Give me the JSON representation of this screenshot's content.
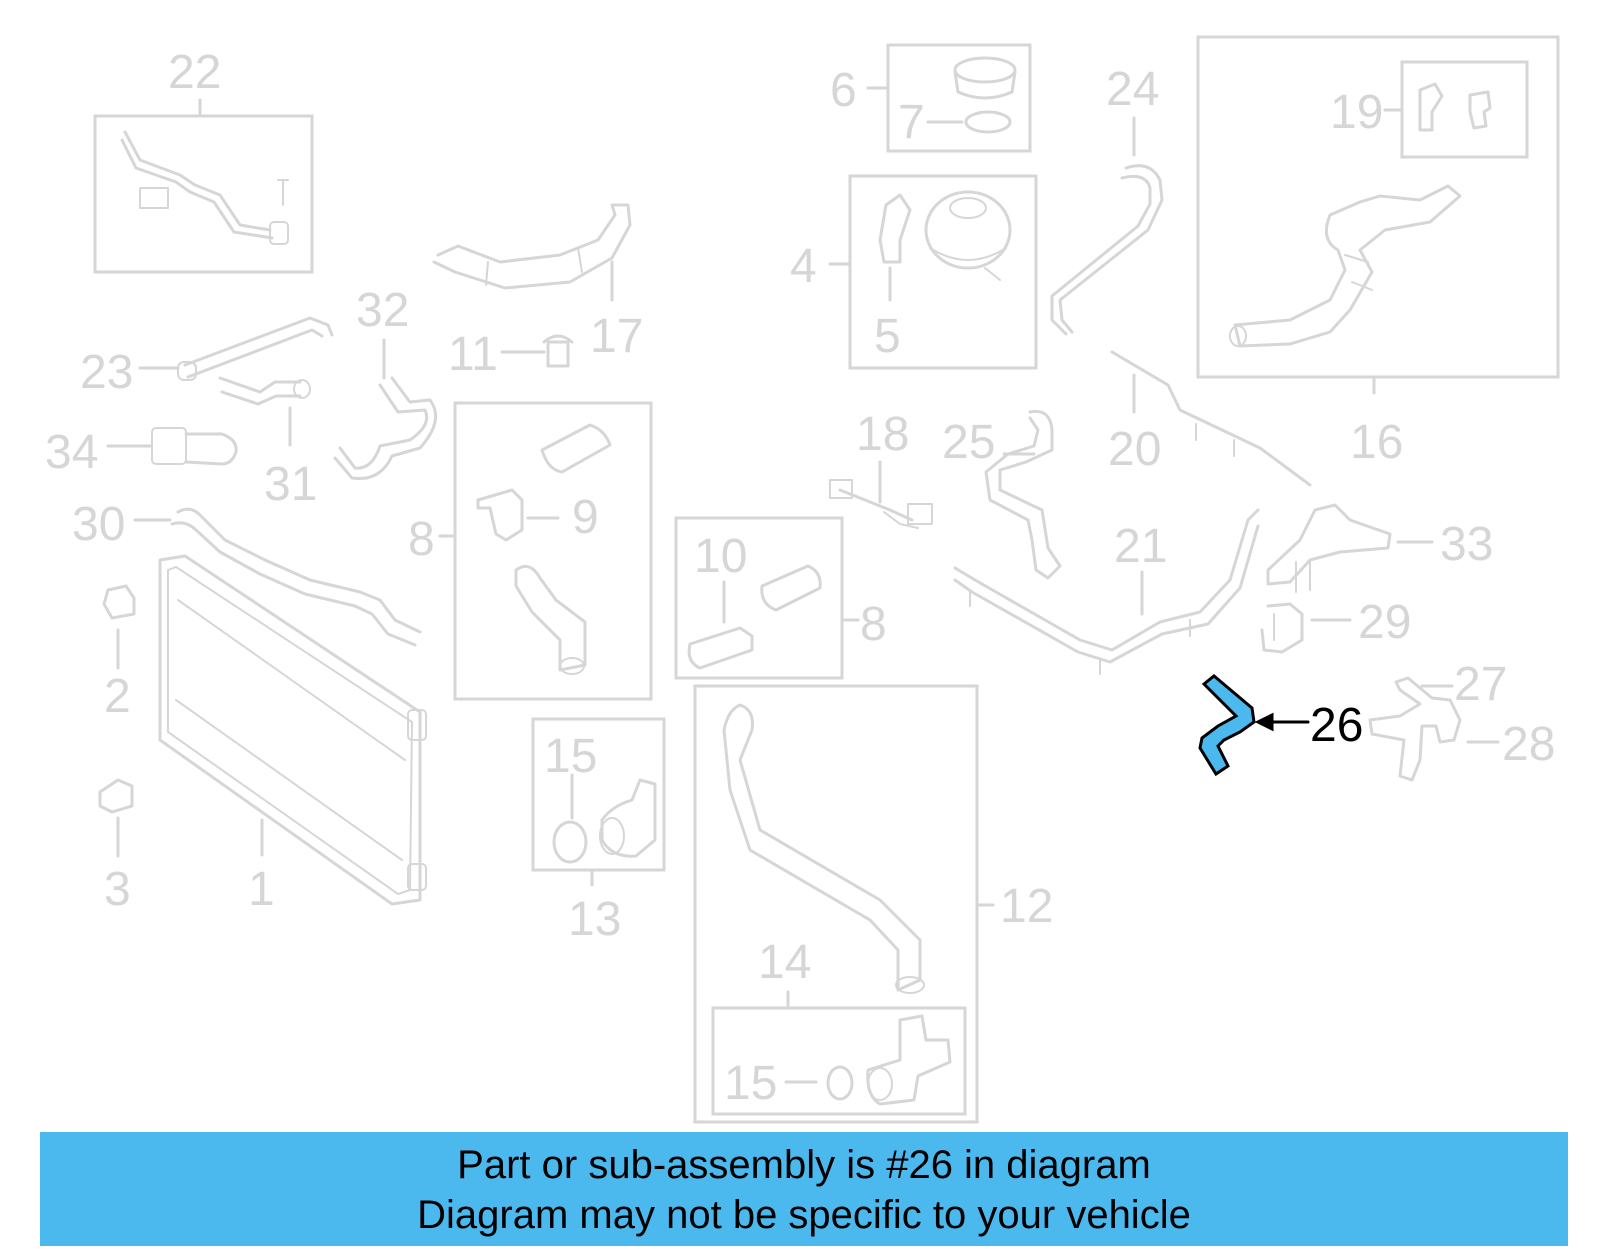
{
  "diagram": {
    "callouts": {
      "n1": "1",
      "n2": "2",
      "n3": "3",
      "n4": "4",
      "n5": "5",
      "n6": "6",
      "n7": "7",
      "n8a": "8",
      "n8b": "8",
      "n9": "9",
      "n10": "10",
      "n11": "11",
      "n12": "12",
      "n13": "13",
      "n14": "14",
      "n15a": "15",
      "n15b": "15",
      "n16": "16",
      "n17": "17",
      "n18": "18",
      "n19": "19",
      "n20": "20",
      "n21": "21",
      "n22": "22",
      "n23": "23",
      "n24": "24",
      "n25": "25",
      "n26": "26",
      "n27": "27",
      "n28": "28",
      "n29": "29",
      "n30": "30",
      "n31": "31",
      "n32": "32",
      "n33": "33",
      "n34": "34"
    },
    "highlighted_part": "26",
    "colors": {
      "highlight": "#4cb9ee",
      "faded": "#d6d6d6",
      "banner": "#4cb9ee"
    }
  },
  "banner": {
    "line1": "Part or sub-assembly is #26 in diagram",
    "line2": "Diagram may not be specific to your vehicle"
  }
}
